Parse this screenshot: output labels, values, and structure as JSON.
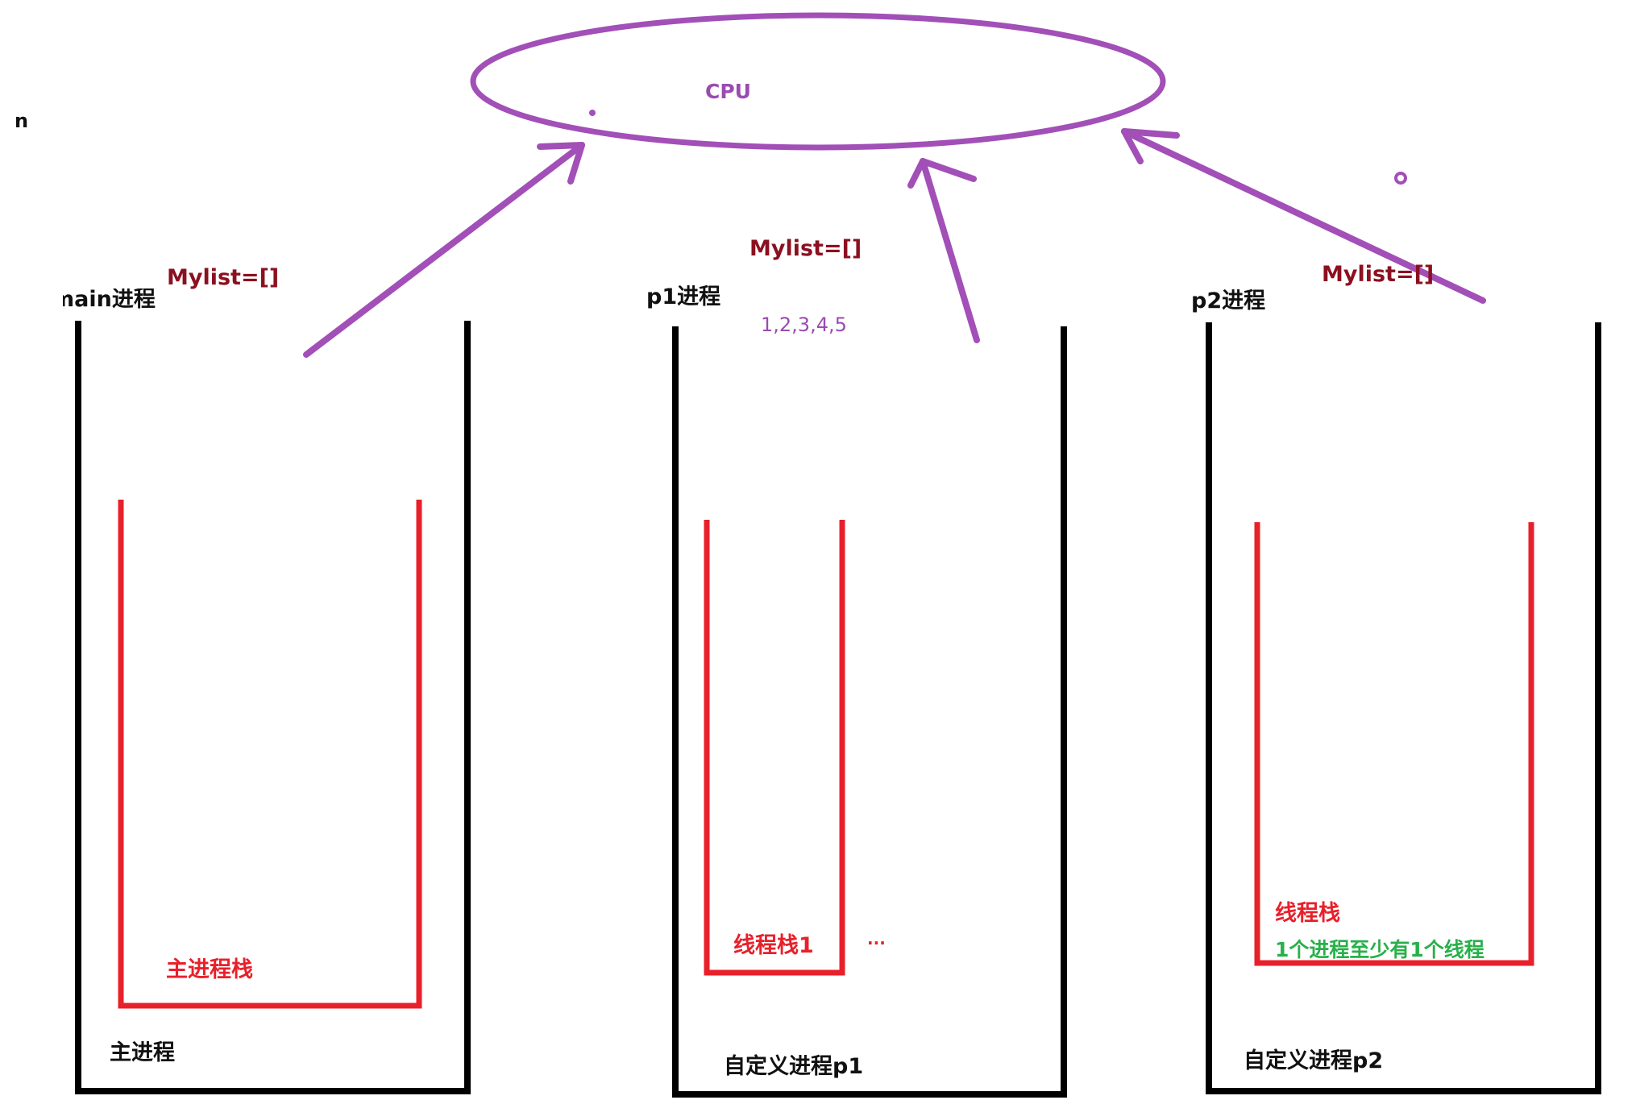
{
  "cpu": {
    "label": "CPU"
  },
  "processes": {
    "main": {
      "title": "main进程",
      "bottom_label": "主进程",
      "stack_label": "主进程栈",
      "list_label": "Mylist=[]"
    },
    "p1": {
      "title": "p1进程",
      "bottom_label": "自定义进程p1",
      "stack_label": "线程栈1",
      "list_label": "Mylist=[]",
      "values_label": "1,2,3,4,5",
      "more_label": "..."
    },
    "p2": {
      "title": "p2进程",
      "bottom_label": "自定义进程p2",
      "stack_label": "线程栈",
      "list_label": "Mylist=[]",
      "note": "1个进程至少有1个线程"
    }
  },
  "stray_text": "n",
  "colors": {
    "process_border": "#000000",
    "stack_border": "#e8202a",
    "cpu_and_arrows": "#a24fb8",
    "list_label": "#8b1020",
    "note": "#28b04a"
  }
}
